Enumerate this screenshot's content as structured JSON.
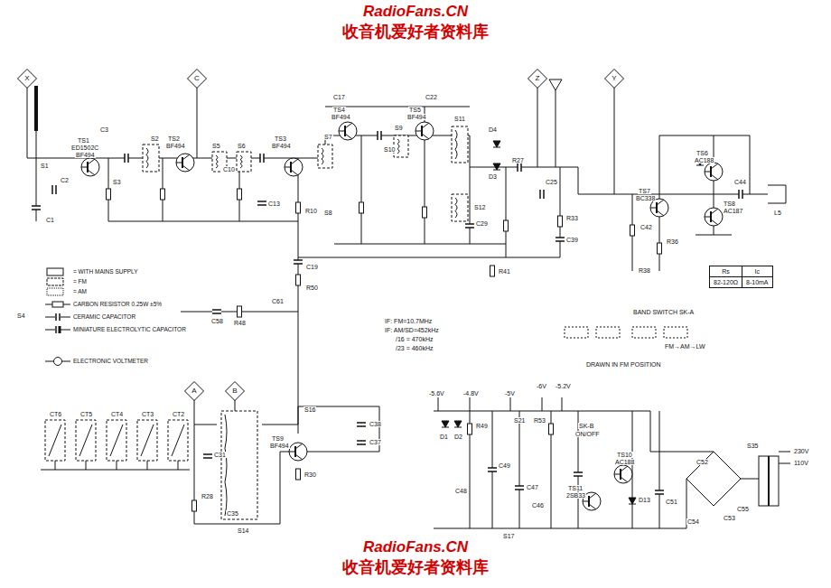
{
  "diagram": {
    "nodes": [
      {
        "text": [
          "X"
        ]
      },
      {
        "text": [
          "C"
        ]
      },
      {
        "text": [
          "Z"
        ]
      },
      {
        "text": [
          "Y"
        ]
      },
      {
        "text": [
          "A"
        ]
      },
      {
        "text": [
          "B"
        ]
      },
      {
        "text": [
          "Rs",
          "Ic",
          "82-120Ω",
          "8-10mA"
        ]
      }
    ],
    "labels": [
      "RadioFans.CN",
      "收音机爱好者资料库",
      "RadioFans.CN",
      "收音机爱好者资料库",
      "IF: FM=10.7MHz",
      "IF: AM/SD=452kHz",
      "/16 = 470kHz",
      "/23 = 460kHz",
      "BAND SWITCH SK-A",
      "FM→AM→LW",
      "DRAWN IN FM POSITION",
      "TS1",
      "ED1502C",
      "BF494",
      "TS2",
      "BF494",
      "TS3",
      "BF494",
      "TS4",
      "BF494",
      "TS5",
      "BF494",
      "TS6",
      "AC188",
      "TS7",
      "BC338",
      "TS8",
      "AC187",
      "TS9",
      "BF494",
      "TS10",
      "AC188",
      "TS11",
      "2SB33",
      "S1",
      "C1",
      "C2",
      "C3",
      "S2",
      "S3",
      "S5",
      "S6",
      "C10",
      "C13",
      "S7",
      "S8",
      "S9",
      "S10",
      "S11",
      "S12",
      "C17",
      "C22",
      "R10",
      "C19",
      "R41",
      "R50",
      "S4",
      "C58",
      "R48",
      "C61",
      "D1",
      "D2",
      "R49",
      "C49",
      "C48",
      "C47",
      "S21",
      "R53",
      "C46",
      "SK-B",
      "ON/OFF",
      "D13",
      "C51",
      "C52",
      "C53",
      "C54",
      "C55",
      "S35",
      "230V",
      "110V",
      "-5.6V",
      "-4.8V",
      "-5V",
      "-6V",
      "-5.2V",
      "C44",
      "L5",
      "R36",
      "R38",
      "C42",
      "C25",
      "R33",
      "C39",
      "R27",
      "C29",
      "D4",
      "D3",
      "S16",
      "S17",
      "C38",
      "C37",
      "S14",
      "C31",
      "C35",
      "R28",
      "R30",
      "CT6",
      "CT5",
      "CT4",
      "CT3",
      "CT2"
    ],
    "legend": [
      {
        "text": "= WITH MAINS SUPPLY"
      },
      {
        "text": "= FM"
      },
      {
        "text": "= AM"
      },
      {
        "text": "CARBON RESISTOR 0.25W ±5%"
      },
      {
        "text": "CERAMIC CAPACITOR"
      },
      {
        "text": "MINIATURE ELECTROLYTIC CAPACITOR"
      },
      {
        "text": "ELECTRONIC VOLTMETER"
      }
    ]
  }
}
